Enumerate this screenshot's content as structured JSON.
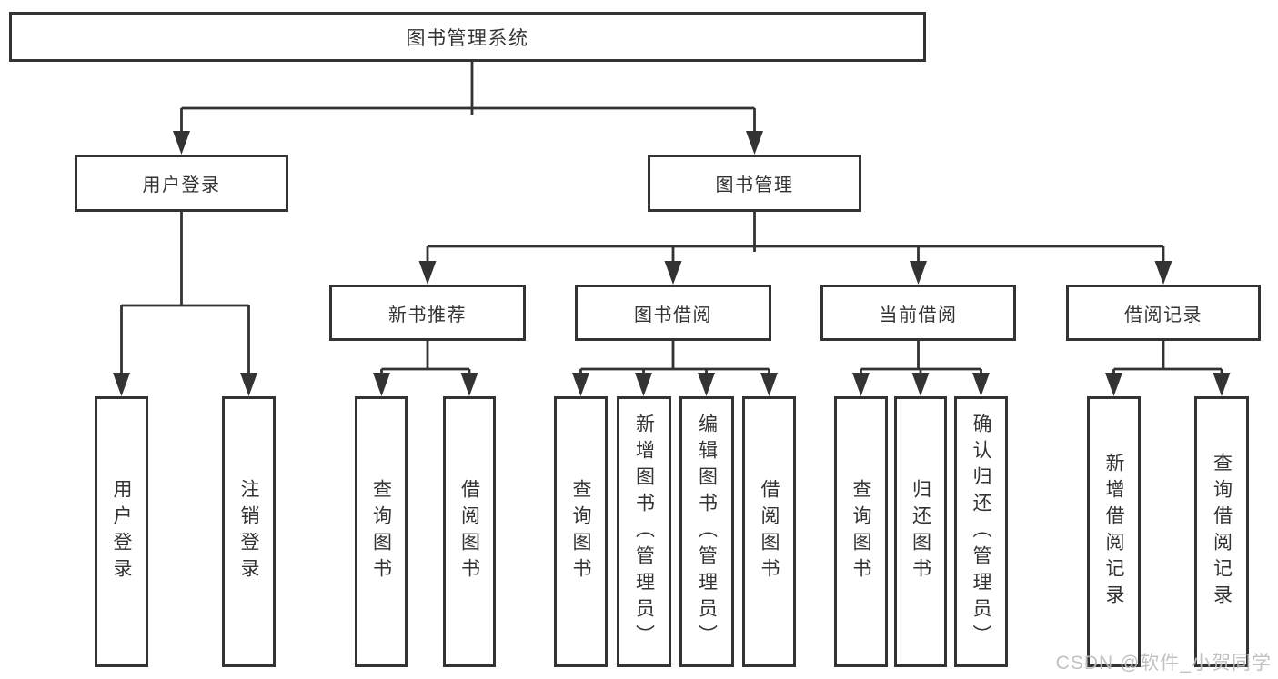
{
  "watermark": "CSDN @软件_小贺同学",
  "colors": {
    "line": "#333333",
    "text": "#333333",
    "background": "#ffffff",
    "watermark": "#bebebe"
  },
  "tree": {
    "root": {
      "label": "图书管理系统"
    },
    "branches": [
      {
        "label": "用户登录",
        "children": [
          {
            "label": "用户登录"
          },
          {
            "label": "注销登录"
          }
        ]
      },
      {
        "label": "图书管理",
        "children": [
          {
            "label": "新书推荐",
            "children": [
              {
                "label": "查询图书"
              },
              {
                "label": "借阅图书"
              }
            ]
          },
          {
            "label": "图书借阅",
            "children": [
              {
                "label": "查询图书"
              },
              {
                "label": "新增图书（管理员）"
              },
              {
                "label": "编辑图书（管理员）"
              },
              {
                "label": "借阅图书"
              }
            ]
          },
          {
            "label": "当前借阅",
            "children": [
              {
                "label": "查询图书"
              },
              {
                "label": "归还图书"
              },
              {
                "label": "确认归还（管理员）"
              }
            ]
          },
          {
            "label": "借阅记录",
            "children": [
              {
                "label": "新增借阅记录"
              },
              {
                "label": "查询借阅记录"
              }
            ]
          }
        ]
      }
    ]
  }
}
